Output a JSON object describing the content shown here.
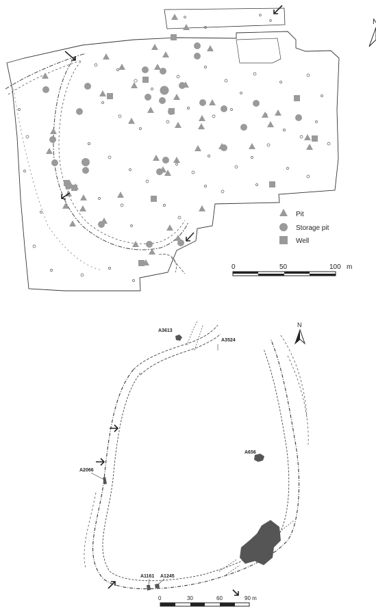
{
  "top_map": {
    "legend": [
      {
        "label": "Pit",
        "symbol": "triangle"
      },
      {
        "label": "Storage pit",
        "symbol": "circle"
      },
      {
        "label": "Well",
        "symbol": "square"
      }
    ],
    "scale": {
      "ticks": [
        "0",
        "50",
        "100"
      ],
      "unit": "m"
    },
    "north_label": "N",
    "symbol_color": "#9a9a9a"
  },
  "bottom_map": {
    "feature_labels": [
      "A3613",
      "A3524",
      "A656",
      "A2066",
      "A1161",
      "A1245"
    ],
    "north_label": "N",
    "scale": {
      "ticks": [
        "0",
        "30",
        "60"
      ],
      "end_label": "90 m"
    },
    "feature_color": "#555555"
  }
}
